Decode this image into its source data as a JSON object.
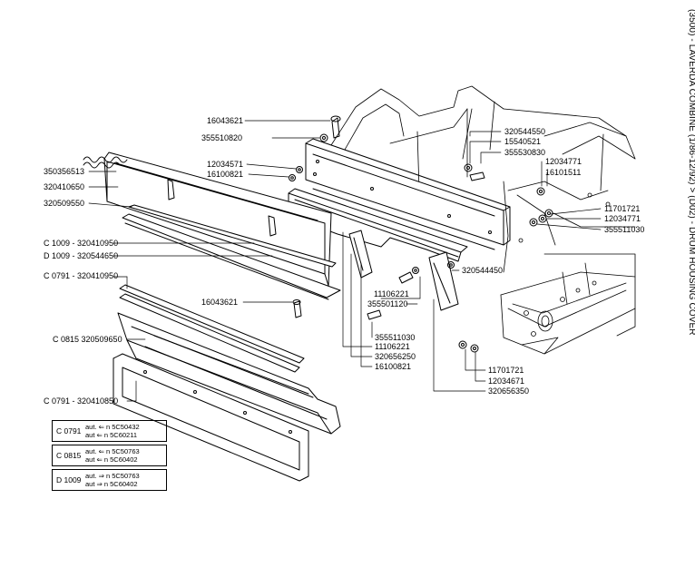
{
  "title": "(3500) - LAVERDA COMBINE (1/86-12/92) > (D02) - DRUM HOUSING COVER",
  "labels": {
    "l16043621_top": "16043621",
    "l355510820": "355510820",
    "l350356513": "350356513",
    "l320410650": "320410650",
    "l320509550": "320509550",
    "l12034571": "12034571",
    "l16100821_a": "16100821",
    "lC1009_950": "C 1009 - 320410950",
    "lD1009_650": "D 1009 - 320544650",
    "lC0791_950": "C 0791 - 320410950",
    "l16043621_mid": "16043621",
    "lC0815_650": "C 0815 320509650",
    "lC0791_850": "C 0791 - 320410850",
    "l320544550": "320544550",
    "l15540521": "15540521",
    "l355530830": "355530830",
    "l12034771_a": "12034771",
    "l16101511": "16101511",
    "l11701721_a": "11701721",
    "l12034771_b": "12034771",
    "l355511030_a": "355511030",
    "l320544450": "320544450",
    "l11106221_a": "11106221",
    "l355501120": "355501120",
    "l355511030_b": "355511030",
    "l11106221_b": "11106221",
    "l320656250": "320656250",
    "l16100821_b": "16100821",
    "l11701721_b": "11701721",
    "l12034671": "12034671",
    "l320656350": "320656350"
  },
  "legend": [
    {
      "code": "C 0791",
      "line1": "aut. ⇐ n  5C50432",
      "line2": "aut  ⇐ n  5C60211"
    },
    {
      "code": "C 0815",
      "line1": "aut. ⇐ n  5C50763",
      "line2": "aut  ⇐ n  5C60402"
    },
    {
      "code": "D 1009",
      "line1": "aut. ⇒ n  5C50763",
      "line2": "aut  ⇒ n  5C60402"
    }
  ]
}
